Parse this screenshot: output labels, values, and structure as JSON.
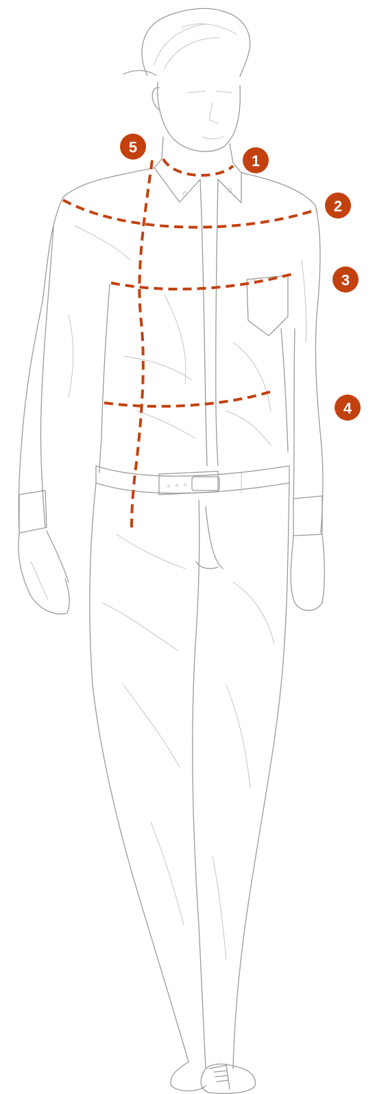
{
  "colors": {
    "accent": "#c3410f",
    "sketch": "#9a9a9a",
    "background": "#ffffff"
  },
  "measurements": [
    {
      "number": "1",
      "name": "neck"
    },
    {
      "number": "2",
      "name": "shoulder"
    },
    {
      "number": "3",
      "name": "chest"
    },
    {
      "number": "4",
      "name": "waist"
    },
    {
      "number": "5",
      "name": "length"
    }
  ]
}
